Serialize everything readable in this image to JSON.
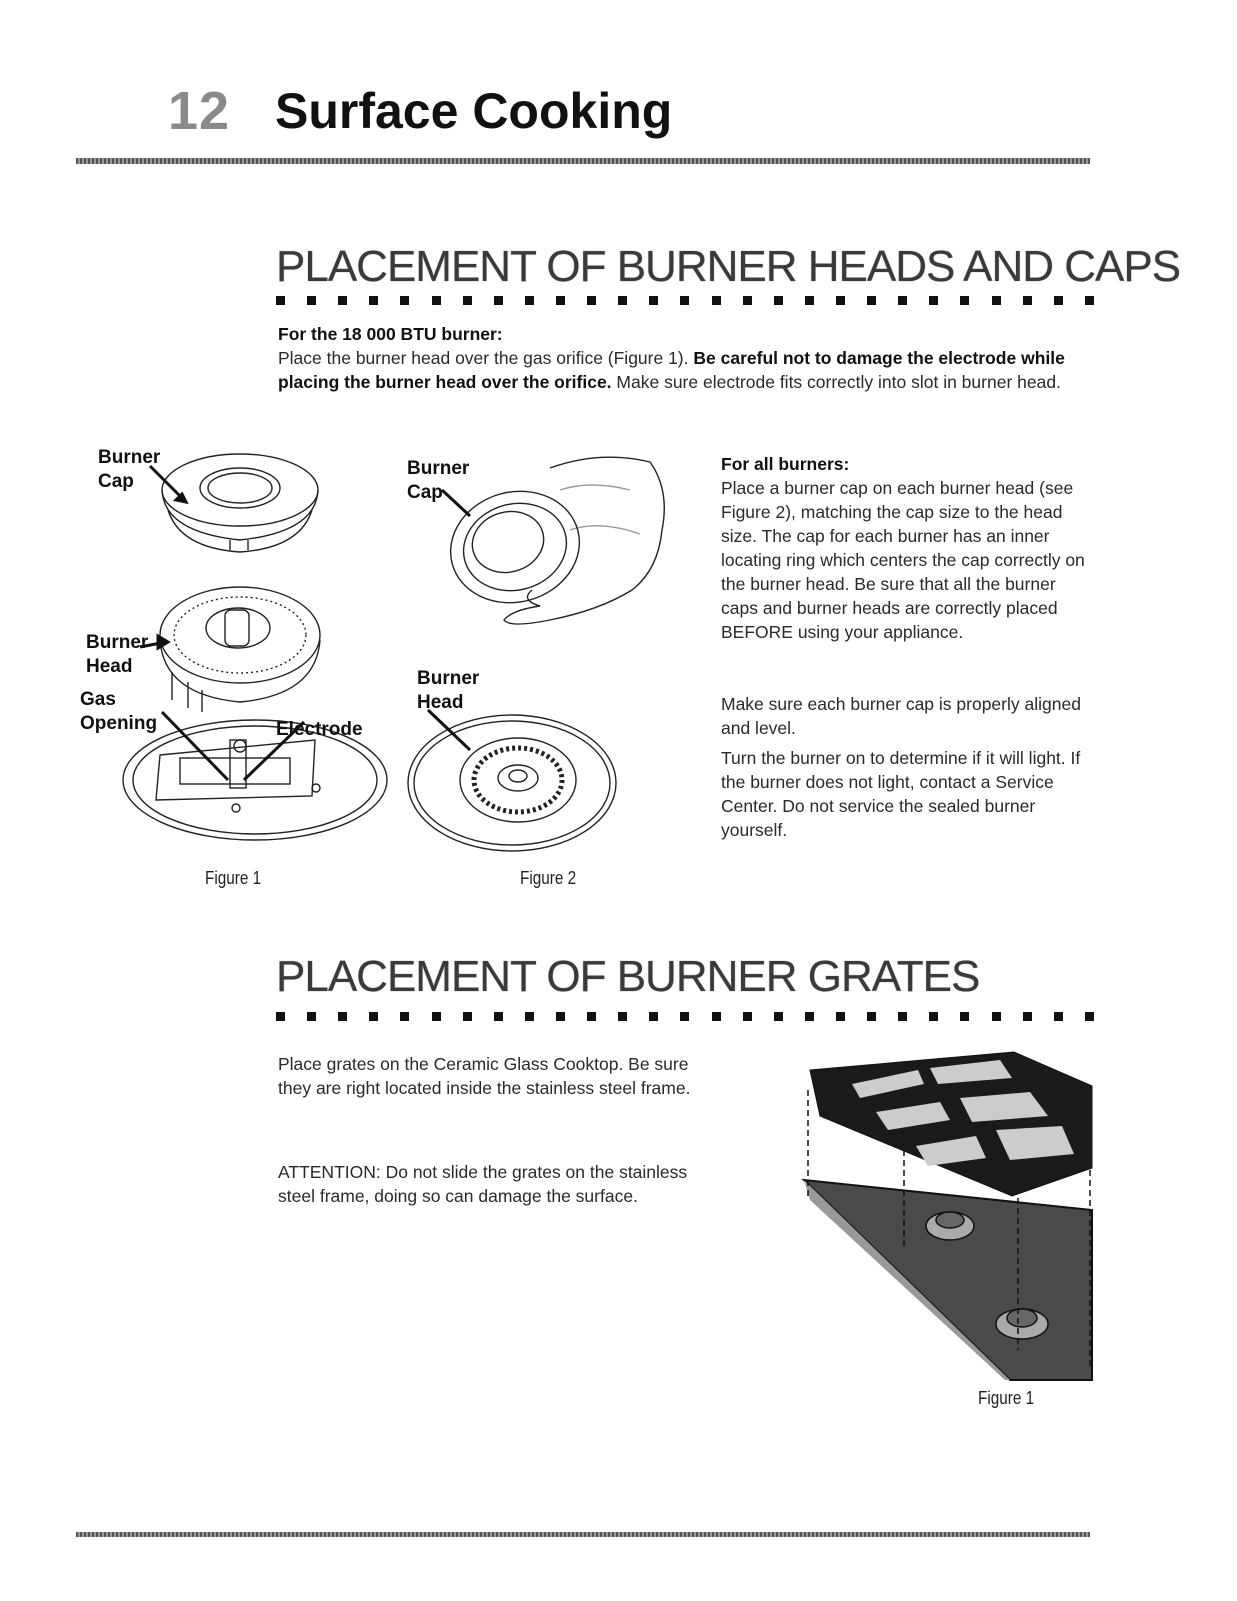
{
  "header": {
    "page_number": "12",
    "title": "Surface Cooking"
  },
  "section1": {
    "title": "PLACEMENT OF BURNER HEADS AND CAPS",
    "subheading": "For the 18 000 BTU burner:",
    "intro_part1": "Place the burner head over the gas orifice (Figure 1). ",
    "intro_bold": "Be careful not to damage the electrode while placing the burner head over the orifice.",
    "intro_part2": " Make sure electrode fits correctly into slot in burner head.",
    "all_burners_heading": "For all burners:",
    "all_burners_p1": "Place a burner cap on each burner head (see Figure 2), matching the cap size to the head size. The cap for each burner has an inner locating ring which centers the cap correctly on the burner head. Be sure that all the burner caps and burner heads are correctly placed BEFORE using your appliance.",
    "all_burners_p2": "Make sure each burner cap is properly aligned and level.",
    "all_burners_p3": "Turn the burner on to determine if it will light. If the burner does not light, contact a Service Center. Do not service the sealed burner yourself.",
    "figure1": {
      "label_cap_1": "Burner",
      "label_cap_2": "Cap",
      "label_head_1": "Burner",
      "label_head_2": "Head",
      "label_gas_1": "Gas",
      "label_gas_2": "Opening",
      "label_electrode": "Electrode",
      "caption": "Figure 1"
    },
    "figure2": {
      "label_cap_1": "Burner",
      "label_cap_2": "Cap",
      "label_head_1": "Burner",
      "label_head_2": "Head",
      "caption": "Figure 2"
    }
  },
  "section2": {
    "title": "PLACEMENT OF BURNER GRATES",
    "p1": "Place grates on the Ceramic Glass Cooktop. Be sure they are right located inside the stainless steel frame.",
    "p2": "ATTENTION: Do not slide the grates on the stainless steel frame, doing so can damage the surface.",
    "figure_caption": "Figure 1"
  }
}
